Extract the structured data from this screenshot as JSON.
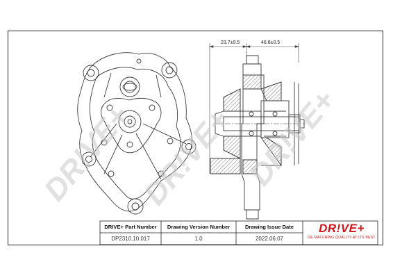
{
  "dimensions": {
    "hub_width": "23.7±0.5",
    "overall_width": "46.8±0.5"
  },
  "title_block": {
    "part_number_header": "DRIVE+ Part Number",
    "version_header": "Drawing Version Number",
    "issue_date_header": "Drawing Issue Date",
    "part_number": "DP2310.10.017",
    "version": "1.0",
    "issue_date": "2022.06.07"
  },
  "brand": {
    "logo_text": "DR!VE+",
    "tagline": "DE MATCHING QUALITY AT ITS BEST"
  },
  "watermark": {
    "text": "DR!VE+"
  },
  "colors": {
    "line": "#3a3a3a",
    "hatch": "#555555",
    "watermark": "#c8c8c8",
    "brand_red": "#d4161a"
  }
}
